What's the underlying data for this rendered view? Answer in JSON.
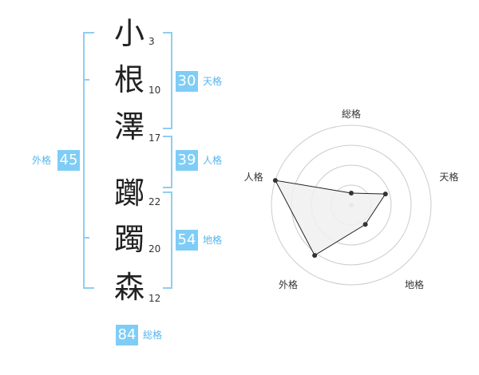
{
  "name_chars": [
    {
      "char": "小",
      "strokes": "3"
    },
    {
      "char": "根",
      "strokes": "10"
    },
    {
      "char": "澤",
      "strokes": "17"
    },
    {
      "char": "躑",
      "strokes": "22"
    },
    {
      "char": "躅",
      "strokes": "20"
    },
    {
      "char": "森",
      "strokes": "12"
    }
  ],
  "fortunes": {
    "tenkaku": {
      "value": "30",
      "label": "天格"
    },
    "jinkaku": {
      "value": "39",
      "label": "人格"
    },
    "chikaku": {
      "value": "54",
      "label": "地格"
    },
    "gaikaku": {
      "value": "45",
      "label": "外格"
    },
    "soukaku": {
      "value": "84",
      "label": "総格"
    }
  },
  "chart_data": {
    "type": "radar",
    "axes": [
      "総格",
      "天格",
      "地格",
      "外格",
      "人格"
    ],
    "values": [
      0.15,
      0.45,
      0.3,
      0.78,
      1.0
    ],
    "max": 1.0,
    "rings": 4,
    "colors": {
      "fill": "#f0f0f0",
      "line": "#222222",
      "ring": "#cccccc",
      "point": "#333333",
      "center": "#bbbbbb"
    }
  },
  "colors": {
    "accent": "#7fcdf6",
    "accent_text": "#55b6ee",
    "bracket": "#8fcdf3"
  }
}
